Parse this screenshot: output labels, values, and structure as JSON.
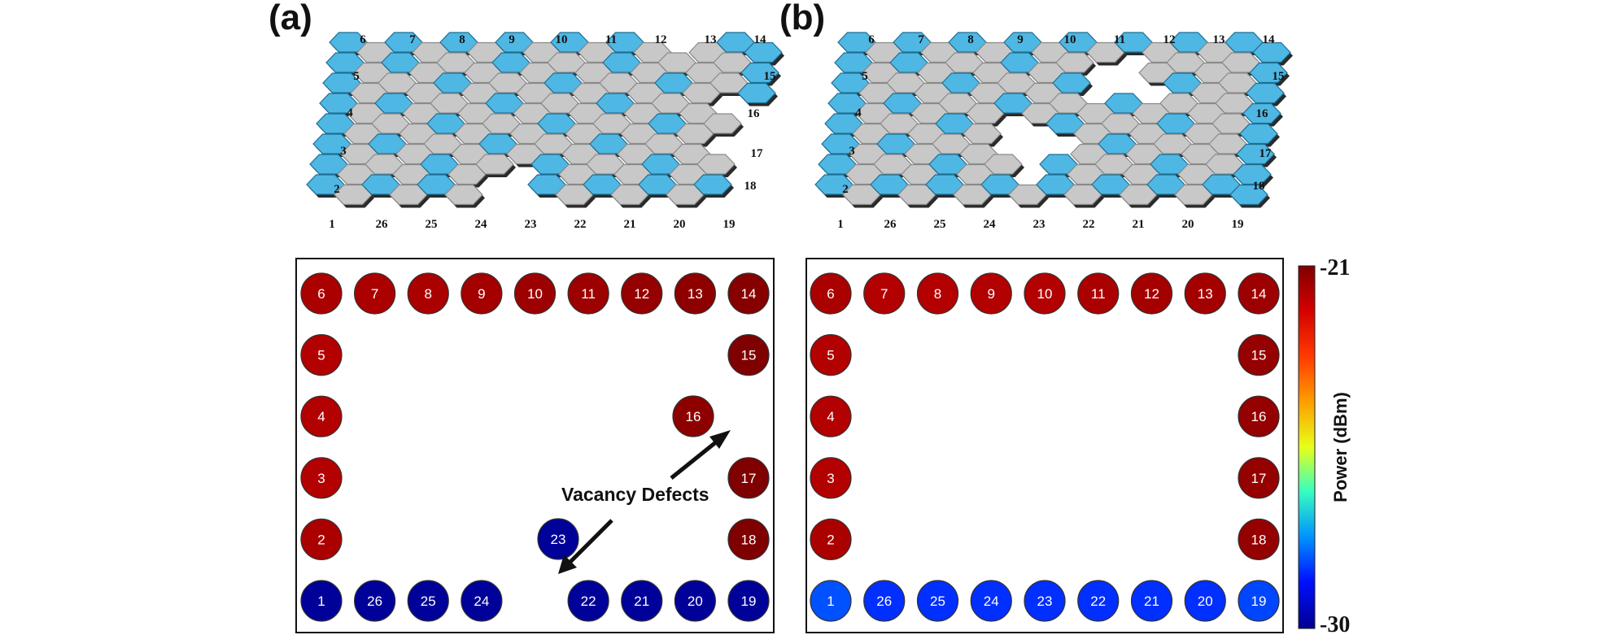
{
  "panels": [
    {
      "label": "(a)",
      "site_labels": [
        "1",
        "2",
        "3",
        "4",
        "5",
        "6",
        "7",
        "8",
        "9",
        "10",
        "11",
        "12",
        "13",
        "14",
        "15",
        "16",
        "17",
        "18",
        "19",
        "20",
        "21",
        "22",
        "23",
        "24",
        "25",
        "26"
      ],
      "vacancy_rows_missing": [
        [
          0,
          5
        ],
        [
          0,
          6
        ],
        [
          1,
          6
        ],
        [
          4,
          13
        ],
        [
          5,
          13
        ],
        [
          5,
          14
        ],
        [
          6,
          13
        ],
        [
          6,
          14
        ],
        [
          7,
          13
        ],
        [
          7,
          14
        ]
      ],
      "nodes": [
        {
          "id": "6",
          "power": -21.6
        },
        {
          "id": "7",
          "power": -21.6
        },
        {
          "id": "8",
          "power": -21.6
        },
        {
          "id": "9",
          "power": -21.5
        },
        {
          "id": "10",
          "power": -21.4
        },
        {
          "id": "11",
          "power": -21.4
        },
        {
          "id": "12",
          "power": -21.3
        },
        {
          "id": "13",
          "power": -21.2
        },
        {
          "id": "14",
          "power": -21.1
        },
        {
          "id": "5",
          "power": -21.7
        },
        {
          "id": "15",
          "power": -21.0
        },
        {
          "id": "4",
          "power": -21.7
        },
        {
          "id": "16",
          "power": -21.2
        },
        {
          "id": "3",
          "power": -21.7
        },
        {
          "id": "17",
          "power": -21.0
        },
        {
          "id": "2",
          "power": -21.6
        },
        {
          "id": "18",
          "power": -20.9
        },
        {
          "id": "23",
          "power": -29.9
        },
        {
          "id": "1",
          "power": -29.9
        },
        {
          "id": "26",
          "power": -29.9
        },
        {
          "id": "25",
          "power": -29.9
        },
        {
          "id": "24",
          "power": -29.9
        },
        {
          "id": "22",
          "power": -29.9
        },
        {
          "id": "21",
          "power": -29.9
        },
        {
          "id": "20",
          "power": -29.9
        },
        {
          "id": "19",
          "power": -29.9
        }
      ],
      "annotation": "Vacancy Defects"
    },
    {
      "label": "(b)",
      "site_labels": [
        "1",
        "2",
        "3",
        "4",
        "5",
        "6",
        "7",
        "8",
        "9",
        "10",
        "11",
        "12",
        "13",
        "14",
        "15",
        "16",
        "17",
        "18",
        "19",
        "20",
        "21",
        "22",
        "23",
        "24",
        "25",
        "26"
      ],
      "nodes": [
        {
          "id": "6",
          "power": -21.6
        },
        {
          "id": "7",
          "power": -21.7
        },
        {
          "id": "8",
          "power": -21.7
        },
        {
          "id": "9",
          "power": -21.7
        },
        {
          "id": "10",
          "power": -21.7
        },
        {
          "id": "11",
          "power": -21.6
        },
        {
          "id": "12",
          "power": -21.5
        },
        {
          "id": "13",
          "power": -21.5
        },
        {
          "id": "14",
          "power": -21.4
        },
        {
          "id": "5",
          "power": -21.7
        },
        {
          "id": "15",
          "power": -21.3
        },
        {
          "id": "4",
          "power": -21.7
        },
        {
          "id": "16",
          "power": -21.3
        },
        {
          "id": "3",
          "power": -21.7
        },
        {
          "id": "17",
          "power": -21.3
        },
        {
          "id": "2",
          "power": -21.6
        },
        {
          "id": "18",
          "power": -21.3
        },
        {
          "id": "1",
          "power": -28.3
        },
        {
          "id": "26",
          "power": -28.6
        },
        {
          "id": "25",
          "power": -28.6
        },
        {
          "id": "24",
          "power": -28.6
        },
        {
          "id": "23",
          "power": -28.6
        },
        {
          "id": "22",
          "power": -28.6
        },
        {
          "id": "21",
          "power": -28.6
        },
        {
          "id": "20",
          "power": -28.6
        },
        {
          "id": "19",
          "power": -28.4
        }
      ]
    }
  ],
  "colorbar": {
    "title": "Power (dBm)",
    "max_label": "-21",
    "min_label": "-30",
    "max": -21,
    "min": -30
  }
}
